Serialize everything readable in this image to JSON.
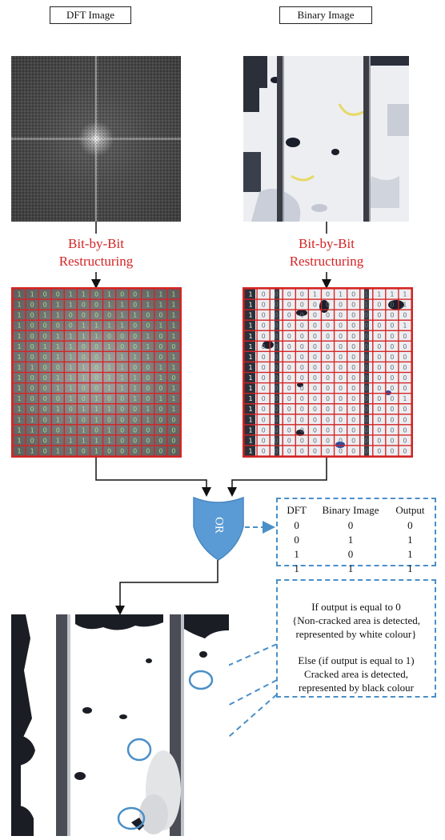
{
  "labels": {
    "dft_image": "DFT Image",
    "binary_image": "Binary Image",
    "restructuring_left_line1": "Bit-by-Bit",
    "restructuring_left_line2": "Restructuring",
    "restructuring_right_line1": "Bit-by-Bit",
    "restructuring_right_line2": "Restructuring",
    "or_gate": "OR"
  },
  "truth_table": {
    "headers": [
      "DFT",
      "Binary Image",
      "Output"
    ],
    "rows": [
      [
        "0",
        "0",
        "0"
      ],
      [
        "0",
        "1",
        "1"
      ],
      [
        "1",
        "0",
        "1"
      ],
      [
        "1",
        "1",
        "1"
      ]
    ]
  },
  "note": {
    "line1": "If output is equal to 0",
    "line2": "{Non-cracked area is detected,",
    "line3": "represented by white colour}",
    "line4": "Else (if output is equal to 1)",
    "line5": "Cracked area is detected,",
    "line6": "represented by black colour"
  },
  "colors": {
    "accent_red": "#d42424",
    "accent_blue": "#4a8fc8",
    "gate_blue": "#5b9bd5"
  },
  "dft_bits": [
    "1100110100111",
    "1001100110111",
    "1011000011001",
    "1000011110011",
    "1001111000101",
    "1011100100100",
    "1001100111101",
    "1100110110011",
    "1001110111010",
    "1001100111001",
    "1000101001011",
    "1001011100101",
    "1101101000100",
    "1100110100000",
    "1001111100000",
    "1101101000000"
  ],
  "binary_bits": [
    "1000010101111",
    "1000000001001",
    "1000000000000",
    "1000000000001",
    "1000000000000",
    "1000000000000",
    "1000000000000",
    "1000000000000",
    "1000000000000",
    "1000000000000",
    "1000000000001",
    "1000000000000",
    "1000000000000",
    "1000000000000",
    "1000000000000",
    "1000000000000"
  ]
}
